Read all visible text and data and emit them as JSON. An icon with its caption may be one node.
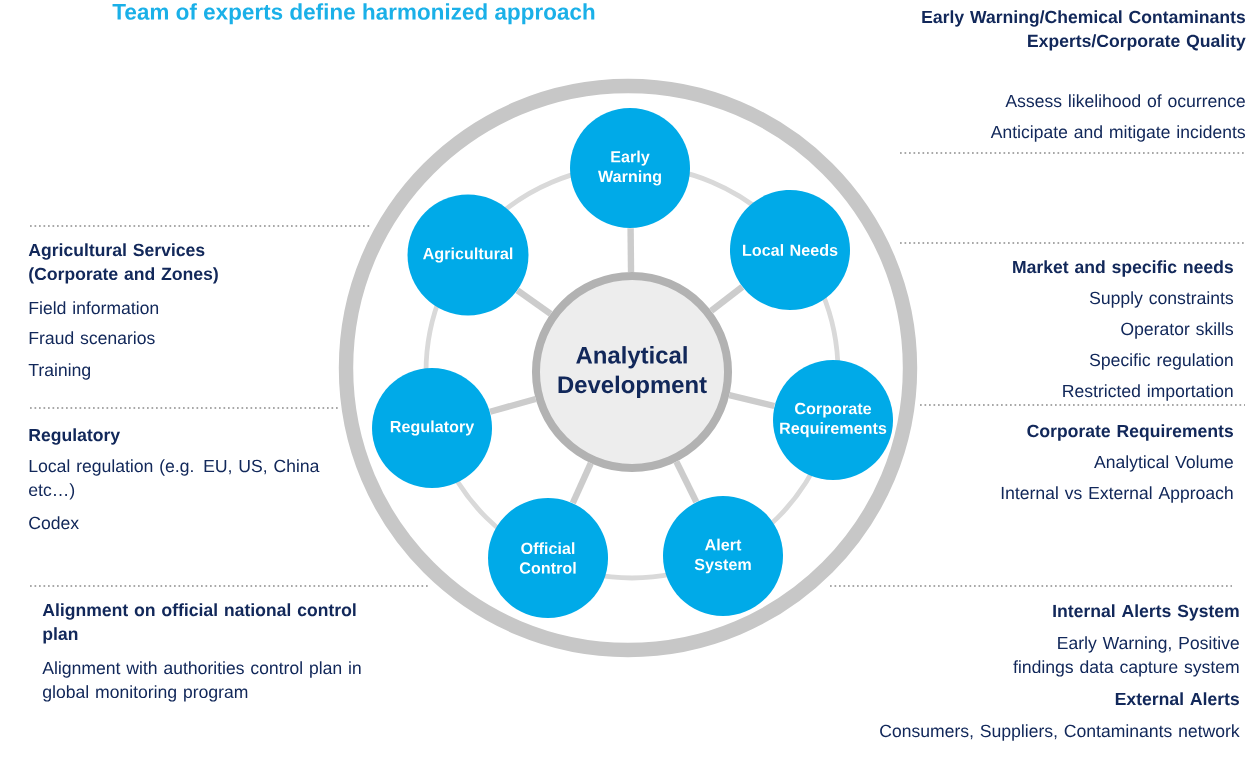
{
  "diagram": {
    "title": "Team of  experts define  harmonized approach",
    "nodes": [
      {
        "text": [
          "Analytical Development"
        ]
      },
      {
        "text": [
          "Early Warning"
        ]
      },
      {
        "text": [
          "Local Needs"
        ]
      },
      {
        "text": [
          "Corporate Requirements"
        ]
      },
      {
        "text": [
          "Alert System"
        ]
      },
      {
        "text": [
          "Official Control"
        ]
      },
      {
        "text": [
          "Regulatory"
        ]
      },
      {
        "text": [
          "Agricultural"
        ]
      }
    ],
    "edges": [
      {
        "from": 0,
        "to": 1,
        "arrow": "none"
      },
      {
        "from": 0,
        "to": 2,
        "arrow": "none"
      },
      {
        "from": 0,
        "to": 3,
        "arrow": "none"
      },
      {
        "from": 0,
        "to": 4,
        "arrow": "none"
      },
      {
        "from": 0,
        "to": 5,
        "arrow": "none"
      },
      {
        "from": 0,
        "to": 6,
        "arrow": "none"
      },
      {
        "from": 0,
        "to": 7,
        "arrow": "none"
      }
    ],
    "labels": [
      "Early Warning/Chemical Contaminants Experts/Corporate Quality",
      "Assess likelihood of ocurrence",
      "Anticipate and mitigate incidents",
      "Agricultural Services (Corporate and Zones)",
      "Field information",
      "Fraud scenarios",
      "Training",
      "Market and specific needs",
      "Supply constraints",
      "Operator skills",
      "Specific regulation",
      "Restricted importation",
      "Regulatory",
      "Local regulation (e.g. EU, US, China etc…)",
      "Codex",
      "Corporate Requirements",
      "Analytical Volume",
      "Internal vs External Approach",
      "Alignment on official national control plan",
      "Alignment with authorities control plan in global monitoring program",
      "Internal Alerts System",
      "Early Warning, Positive findings data capture system",
      "External Alerts",
      "Consumers, Suppliers, Contaminants network"
    ]
  }
}
